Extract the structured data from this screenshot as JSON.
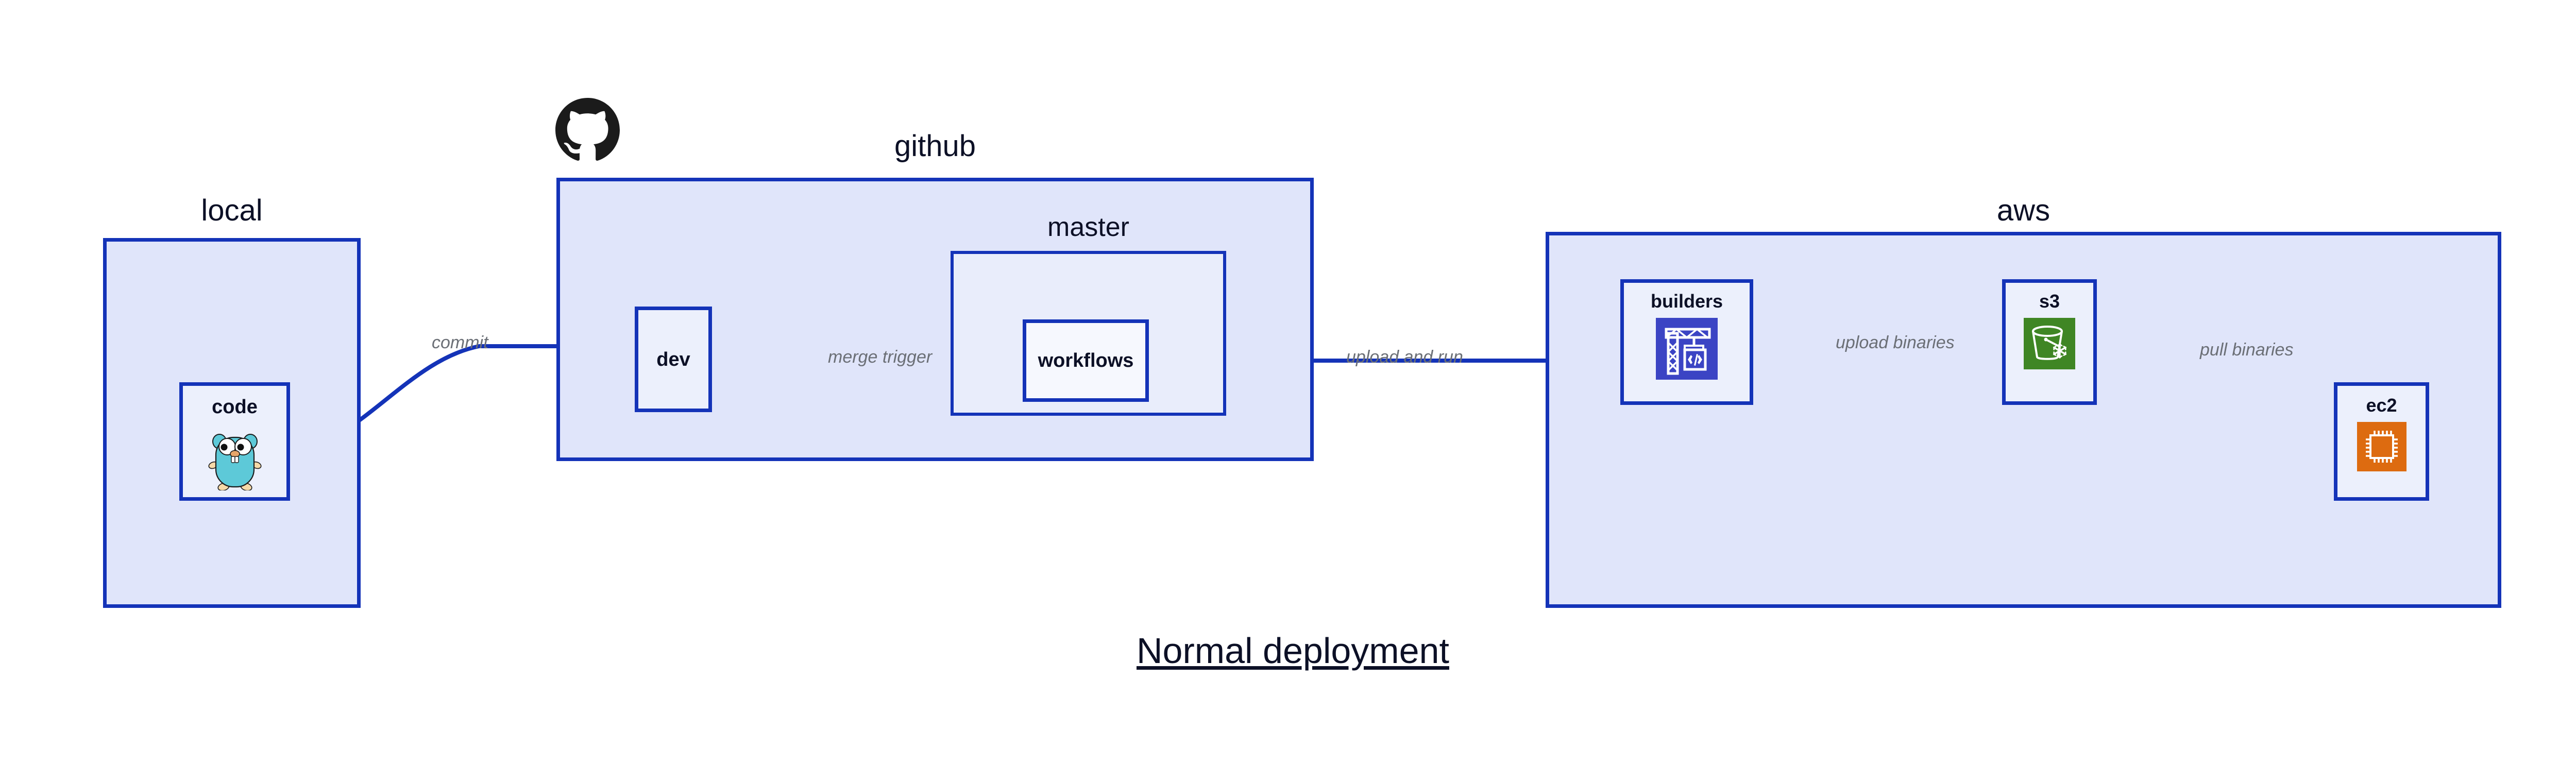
{
  "diagram": {
    "title": "Normal deployment",
    "background_color": "#ffffff",
    "accent_color": "#1433B8",
    "group_fill": "#E0E5FA",
    "node_fill": "#ECF0FC",
    "label_color": "#0C1026",
    "edge_label_color": "#6B6F76"
  },
  "groups": [
    {
      "id": "local",
      "label": "local",
      "nodes": [
        {
          "id": "code",
          "label": "code",
          "icon": "go-gopher-icon"
        }
      ]
    },
    {
      "id": "github",
      "label": "github",
      "logo": "github-octocat-icon",
      "nodes": [
        {
          "id": "dev",
          "label": "dev",
          "icon": "none"
        }
      ],
      "subgroups": [
        {
          "id": "master",
          "label": "master",
          "nodes": [
            {
              "id": "workflows",
              "label": "workflows",
              "icon": "none"
            }
          ]
        }
      ]
    },
    {
      "id": "aws",
      "label": "aws",
      "nodes": [
        {
          "id": "builders",
          "label": "builders",
          "icon": "aws-codebuild-icon",
          "icon_color": "#3B44C4"
        },
        {
          "id": "s3",
          "label": "s3",
          "icon": "aws-s3-glacier-icon",
          "icon_color": "#3F8624"
        },
        {
          "id": "ec2",
          "label": "ec2",
          "icon": "aws-ec2-icon",
          "icon_color": "#DD6B10"
        }
      ]
    }
  ],
  "edges": [
    {
      "id": "code-to-dev",
      "label": "commit",
      "from": "code",
      "to": "dev"
    },
    {
      "id": "dev-to-workflows",
      "label": "merge trigger",
      "from": "dev",
      "to": "workflows"
    },
    {
      "id": "workflows-to-builders",
      "label": "upload and run",
      "from": "workflows",
      "to": "builders"
    },
    {
      "id": "builders-to-s3",
      "label": "upload binaries",
      "from": "builders",
      "to": "s3"
    },
    {
      "id": "s3-to-ec2",
      "label": "pull binaries",
      "from": "s3",
      "to": "ec2"
    }
  ]
}
